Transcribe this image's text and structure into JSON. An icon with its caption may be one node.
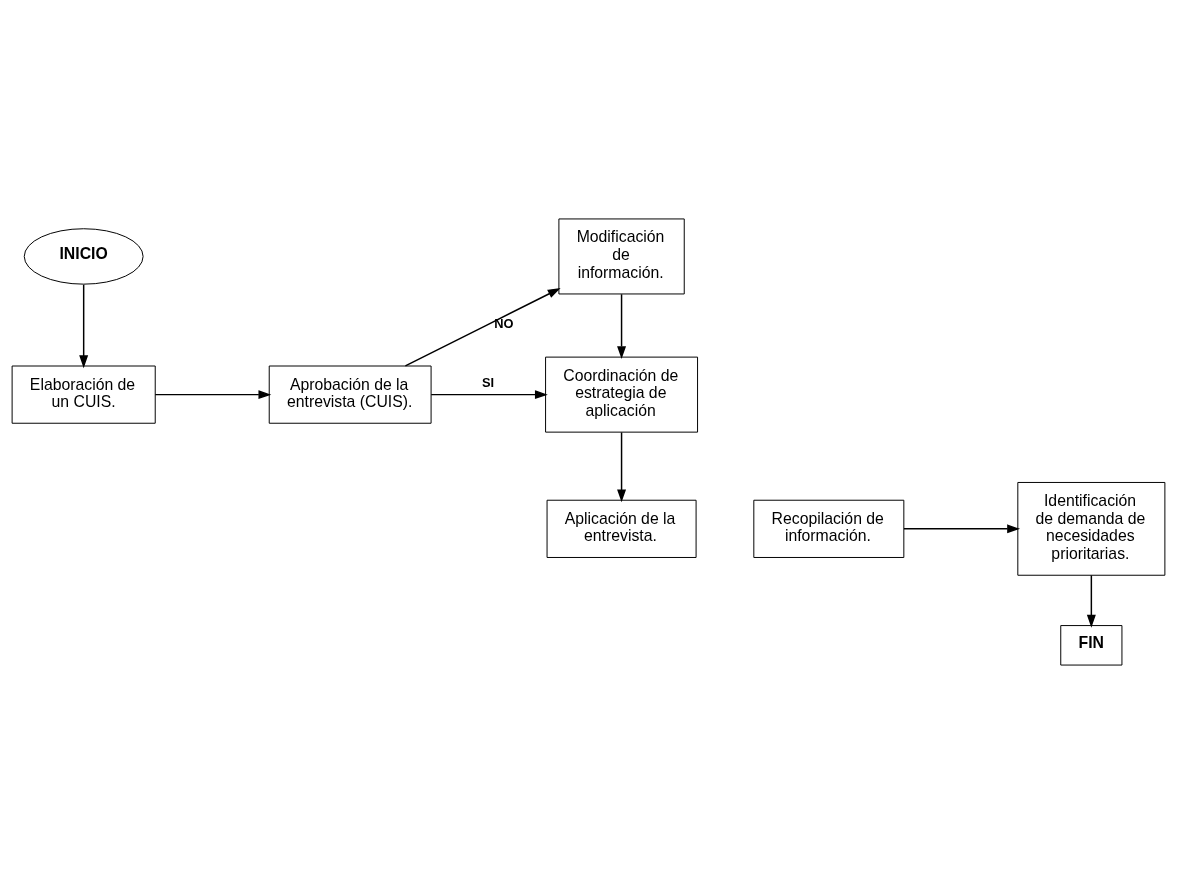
{
  "diagram": {
    "nodes": [
      {
        "text": [
          "INICIO"
        ]
      },
      {
        "text": [
          "Modificación de información."
        ]
      },
      {
        "text": [
          "Elaboración de un CUIS."
        ]
      },
      {
        "text": [
          "Aprobación de la entrevista (CUIS)."
        ]
      },
      {
        "text": [
          "Coordinación de estrategia de aplicación"
        ]
      },
      {
        "text": [
          "Identificación de demanda de necesidades prioritarias."
        ]
      },
      {
        "text": [
          "Recopilación de información."
        ]
      },
      {
        "text": [
          "Aplicación de la entrevista."
        ]
      },
      {
        "text": [
          "FIN"
        ]
      }
    ],
    "edges": [
      {
        "from": 0,
        "to": 2,
        "arrow": "to"
      },
      {
        "from": 2,
        "to": 3,
        "arrow": "to"
      },
      {
        "from": 3,
        "to": 1,
        "arrow": "to",
        "label": "NO"
      },
      {
        "from": 3,
        "to": 4,
        "arrow": "to",
        "label": "SI"
      },
      {
        "from": 1,
        "to": 4,
        "arrow": "to"
      },
      {
        "from": 4,
        "to": 7,
        "arrow": "to"
      },
      {
        "from": 6,
        "to": 5,
        "arrow": "to"
      },
      {
        "from": 5,
        "to": 8,
        "arrow": "to"
      }
    ]
  }
}
